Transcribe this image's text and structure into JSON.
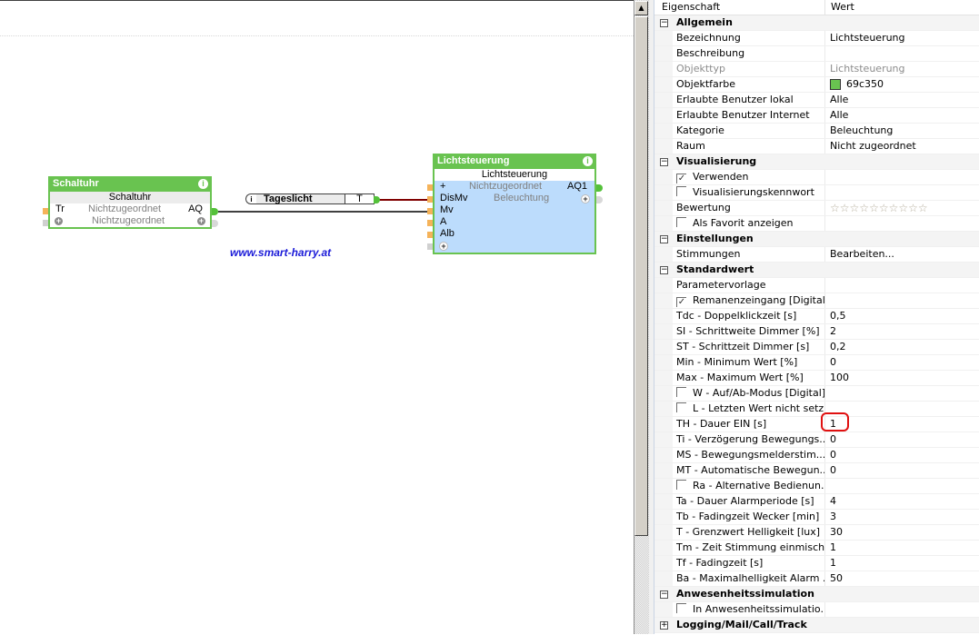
{
  "canvas": {
    "watermark": "www.smart-harry.at",
    "blocks": {
      "schaltuhr": {
        "title": "Schaltuhr",
        "subtitle": "Schaltuhr",
        "rows": [
          {
            "left": "Tr",
            "center": "Nichtzugeordnet",
            "right": "AQ"
          },
          {
            "left": "+",
            "center": "Nichtzugeordnet",
            "right": "+"
          }
        ]
      },
      "lichtsteuerung": {
        "title": "Lichtsteuerung",
        "subtitle": "Lichtsteuerung",
        "inputs": [
          "+",
          "DisMv",
          "Mv",
          "A",
          "Alb",
          "+"
        ],
        "center_rows": [
          "Nichtzugeordnet",
          "Beleuchtung"
        ],
        "outputs": [
          "AQ1",
          "+"
        ]
      }
    },
    "tag": {
      "name": "Tageslicht",
      "type": "T"
    },
    "colors": {
      "block": "#69c350",
      "block_body": "#bcdcfc",
      "wire_red": "#800000",
      "wire_dark": "#404040"
    }
  },
  "grid": {
    "header": {
      "property": "Eigenschaft",
      "value": "Wert"
    },
    "rows": [
      {
        "type": "cat",
        "label": "Allgemein",
        "expanded": true
      },
      {
        "type": "prop",
        "label": "Bezeichnung",
        "value": "Lichtsteuerung"
      },
      {
        "type": "prop",
        "label": "Beschreibung",
        "value": ""
      },
      {
        "type": "prop",
        "label": "Objekttyp",
        "value": "Lichtsteuerung",
        "disabled": true
      },
      {
        "type": "color",
        "label": "Objektfarbe",
        "value": "69c350",
        "color": "#69c350"
      },
      {
        "type": "prop",
        "label": "Erlaubte Benutzer lokal",
        "value": "Alle"
      },
      {
        "type": "prop",
        "label": "Erlaubte Benutzer Internet",
        "value": "Alle"
      },
      {
        "type": "prop",
        "label": "Kategorie",
        "value": "Beleuchtung"
      },
      {
        "type": "prop",
        "label": "Raum",
        "value": "Nicht zugeordnet"
      },
      {
        "type": "cat",
        "label": "Visualisierung",
        "expanded": true
      },
      {
        "type": "check",
        "label": "Verwenden",
        "checked": true
      },
      {
        "type": "check",
        "label": "Visualisierungskennwort",
        "checked": false
      },
      {
        "type": "rating",
        "label": "Bewertung",
        "stars": 10,
        "rating": 0
      },
      {
        "type": "check",
        "label": "Als Favorit anzeigen",
        "checked": false
      },
      {
        "type": "cat",
        "label": "Einstellungen",
        "expanded": true
      },
      {
        "type": "prop",
        "label": "Stimmungen",
        "value": "Bearbeiten..."
      },
      {
        "type": "cat",
        "label": "Standardwert",
        "expanded": true
      },
      {
        "type": "prop",
        "label": "Parametervorlage",
        "value": ""
      },
      {
        "type": "check",
        "label": "Remanenzeingang [Digital]",
        "checked": true
      },
      {
        "type": "prop",
        "label": "Tdc - Doppelklickzeit [s]",
        "value": "0,5"
      },
      {
        "type": "prop",
        "label": "SI - Schrittweite Dimmer [%]",
        "value": "2"
      },
      {
        "type": "prop",
        "label": "ST - Schrittzeit Dimmer [s]",
        "value": "0,2"
      },
      {
        "type": "prop",
        "label": "Min - Minimum Wert [%]",
        "value": "0"
      },
      {
        "type": "prop",
        "label": "Max - Maximum Wert [%]",
        "value": "100"
      },
      {
        "type": "check",
        "label": "W - Auf/Ab-Modus [Digital]",
        "checked": false
      },
      {
        "type": "check",
        "label": "L - Letzten Wert nicht setz...",
        "checked": false
      },
      {
        "type": "prop",
        "label": "TH - Dauer EIN [s]",
        "value": "1",
        "highlighted": true
      },
      {
        "type": "prop",
        "label": "Ti - Verzögerung Bewegungs...",
        "value": "0"
      },
      {
        "type": "prop",
        "label": "MS - Bewegungsmelderstim...",
        "value": "0"
      },
      {
        "type": "prop",
        "label": "MT - Automatische Bewegun...",
        "value": "0"
      },
      {
        "type": "check",
        "label": "Ra - Alternative Bedienun...",
        "checked": false
      },
      {
        "type": "prop",
        "label": "Ta - Dauer Alarmperiode [s]",
        "value": "4"
      },
      {
        "type": "prop",
        "label": "Tb - Fadingzeit Wecker [min]",
        "value": "3"
      },
      {
        "type": "prop",
        "label": "T - Grenzwert Helligkeit [lux]",
        "value": "30"
      },
      {
        "type": "prop",
        "label": "Tm - Zeit Stimmung einmisch...",
        "value": "1"
      },
      {
        "type": "prop",
        "label": "Tf - Fadingzeit [s]",
        "value": "1"
      },
      {
        "type": "prop",
        "label": "Ba - Maximalhelligkeit Alarm ...",
        "value": "50"
      },
      {
        "type": "cat",
        "label": "Anwesenheitssimulation",
        "expanded": true
      },
      {
        "type": "check",
        "label": "In Anwesenheitssimulatio...",
        "checked": false
      },
      {
        "type": "cat",
        "label": "Logging/Mail/Call/Track",
        "expanded": false
      }
    ]
  }
}
